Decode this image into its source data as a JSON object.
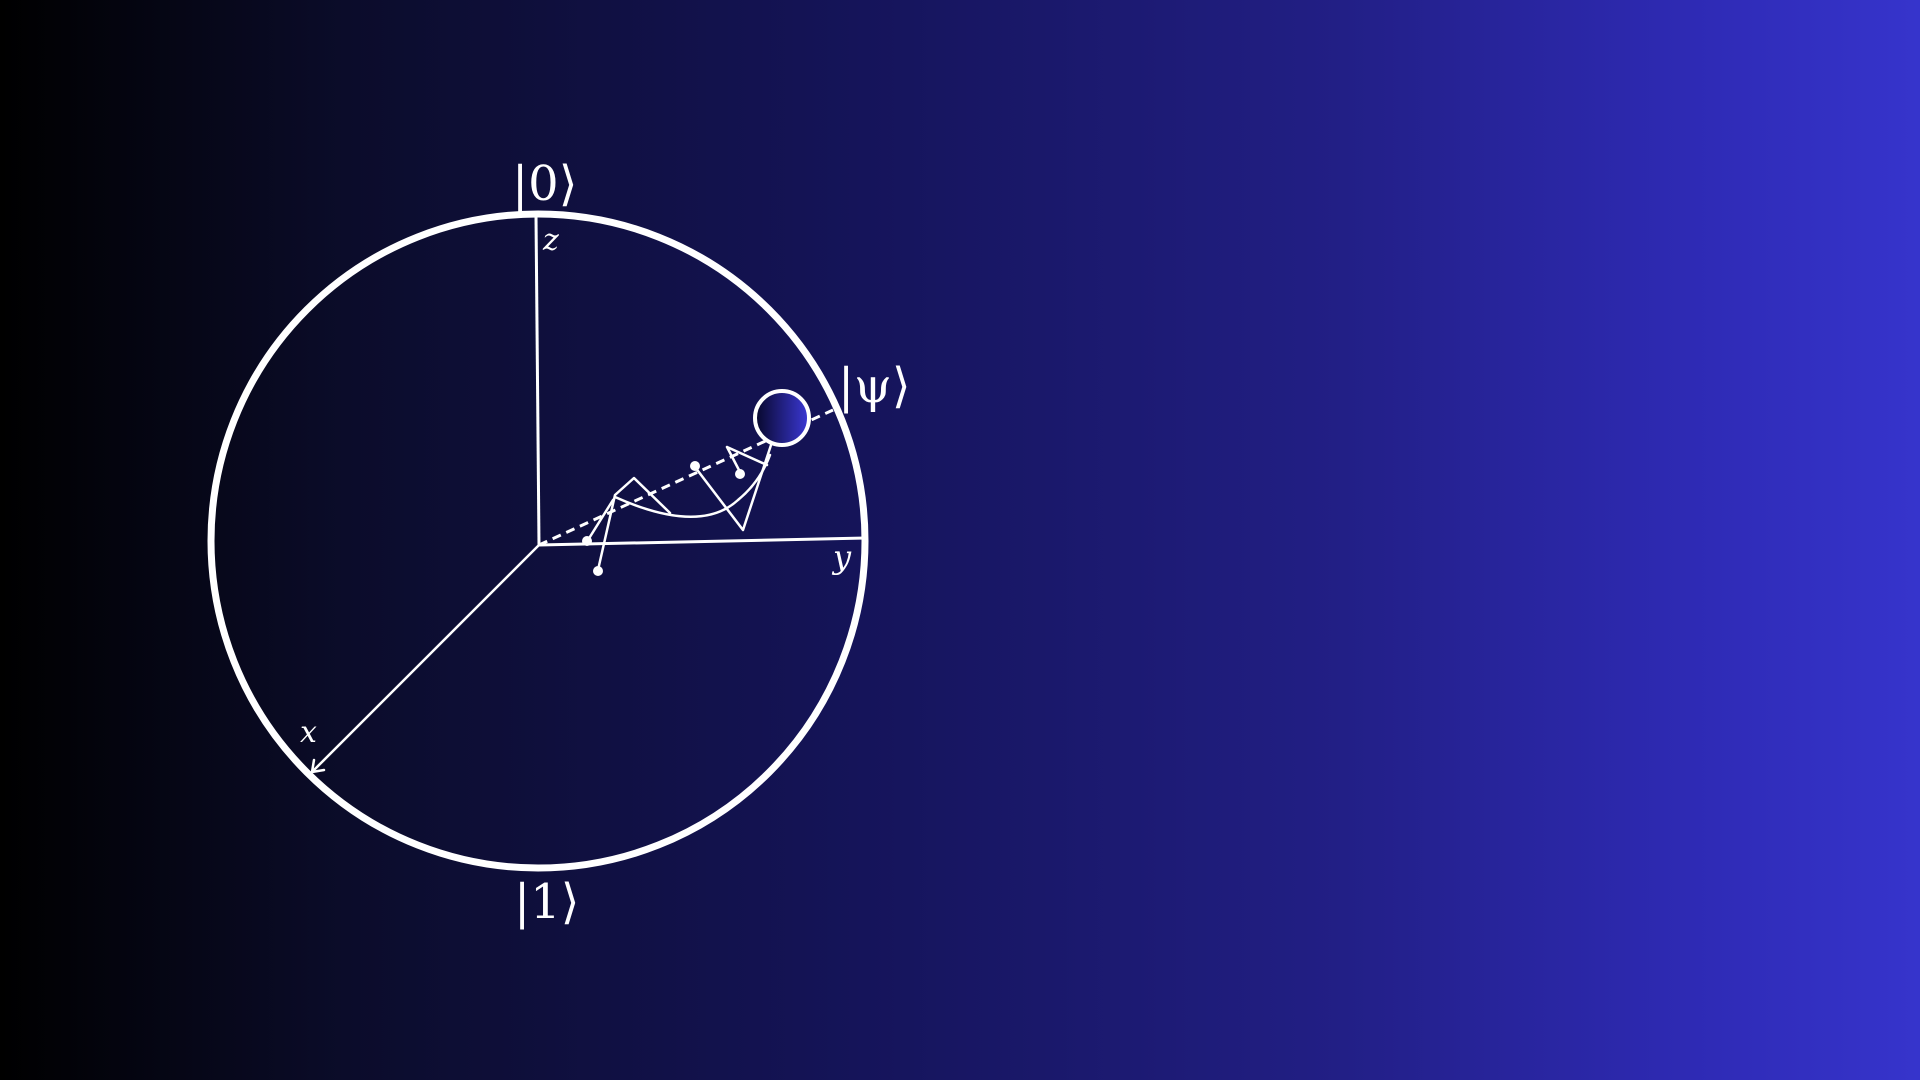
{
  "diagram": {
    "kets": {
      "top": "|0⟩",
      "bottom": "|1⟩",
      "state": "|ψ⟩"
    },
    "axes": {
      "z": "z",
      "y": "y",
      "x": "x"
    }
  },
  "colors": {
    "line": "#ffffff",
    "background_left": "#000000",
    "background_right": "#3634cc",
    "state_point_fill_start": "#0a0a2a",
    "state_point_fill_end": "#3b38d6"
  }
}
